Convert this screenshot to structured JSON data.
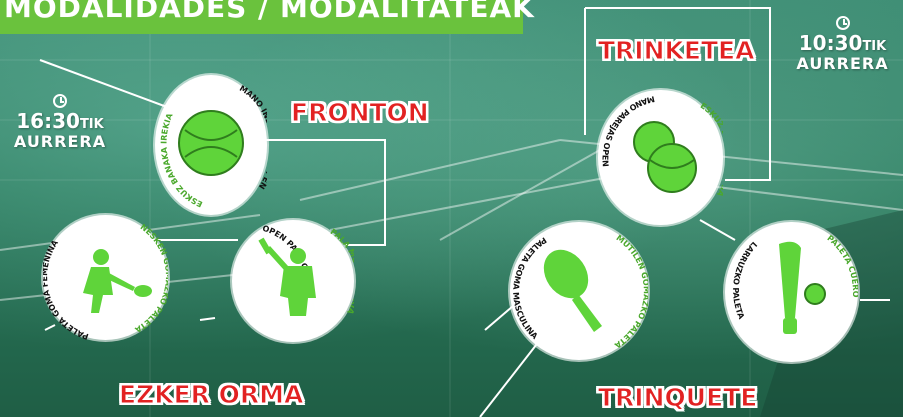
{
  "banner": {
    "title": "MODALIDADES / MODALITATEAK"
  },
  "sections": {
    "fronton": "FRONTON",
    "ezker_orma": "EZKER ORMA",
    "trinketea": "TRINKETEA",
    "trinquete": "TRINQUETE"
  },
  "times": {
    "left": {
      "hour": "16:30",
      "suffix": "TIK",
      "label": "AURRERA"
    },
    "right": {
      "hour": "10:30",
      "suffix": "TIK",
      "label": "AURRERA"
    }
  },
  "modalities": {
    "mano_individual": {
      "outer_left": "ESKUZ BANAKA IREKIA",
      "outer_right": "MANO INDIVIDUAL OPEN"
    },
    "paleta_goma_femenina": {
      "outer_left": "PALETA GOMA FEMENINA",
      "outer_right": "NESKEN GOMAZKO PALETA"
    },
    "pala_corta": {
      "outer_left": "OPEN PALA CORTA",
      "outer_right": "PALA MOTZA IREKIA"
    },
    "mano_parejas": {
      "outer_left": "MANO PAREJAS OPEN",
      "outer_right": "ESKUZ BINAKA IREKIA"
    },
    "paleta_goma_masculina": {
      "outer_left": "PALETA GOMA MASCULINA",
      "outer_right": "MUTILEN GOMAZKO PALETA"
    },
    "paleta_cuero": {
      "outer_left": "LARRUZKO PALETA",
      "outer_right": "PALETA CUERO"
    }
  },
  "colors": {
    "accent_green": "#6ac23d",
    "title_red": "#e22222",
    "icon_green": "#5fd43a"
  }
}
